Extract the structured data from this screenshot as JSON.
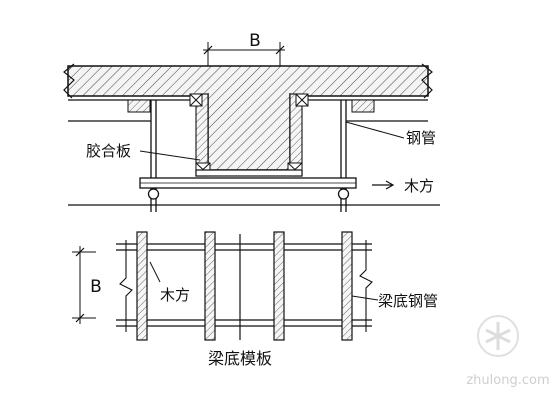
{
  "section_view": {
    "dimension_label": "B",
    "label_plywood": "胶合板",
    "label_steel_pipe": "钢管",
    "label_timber": "木方"
  },
  "plan_view": {
    "dimension_label": "B",
    "label_timber": "木方",
    "label_beam_bottom_steel_pipe": "梁底钢管",
    "caption": "梁底模板"
  },
  "watermark": {
    "text": "zhulong.com"
  }
}
